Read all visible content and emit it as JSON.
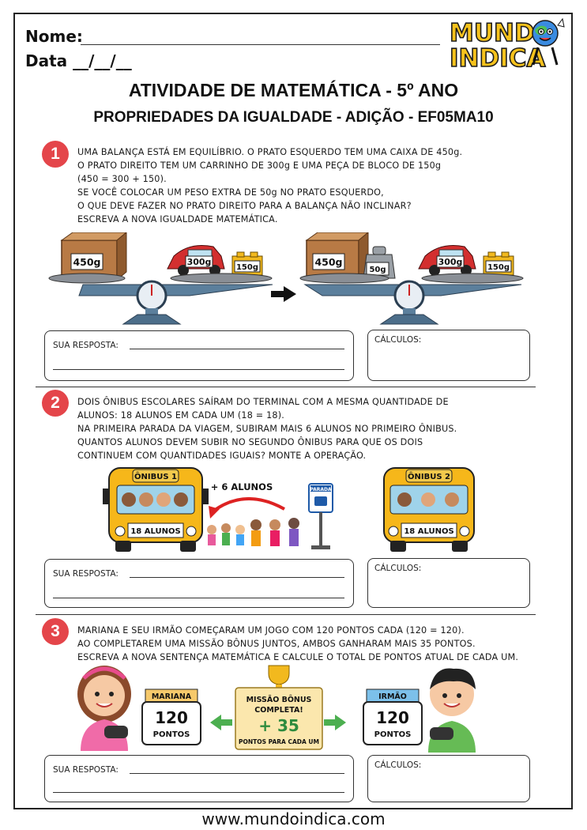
{
  "header": {
    "name_label": "Nome:",
    "date_label": "Data",
    "date_blank": "__/__/__",
    "logo_line1": "MUNDO",
    "logo_line2": "INDICA"
  },
  "title": "ATIVIDADE DE MATEMÁTICA - 5º ANO",
  "subtitle": "PROPRIEDADES DA IGUALDADE - ADIÇÃO - EF05MA10",
  "questions": [
    {
      "number": "1",
      "lines": [
        "UMA BALANÇA ESTÁ EM EQUILÍBRIO. O PRATO ESQUERDO TEM UMA CAIXA DE 450g.",
        "O PRATO DIREITO TEM UM CARRINHO DE 300g E UMA PEÇA DE BLOCO DE 150g",
        "(450 = 300 + 150).",
        "SE VOCÊ COLOCAR UM PESO EXTRA DE 50g NO PRATO ESQUERDO,",
        "O QUE DEVE FAZER NO PRATO DIREITO PARA A BALANÇA NÃO INCLINAR?",
        "ESCREVA A NOVA IGUALDADE MATEMÁTICA."
      ],
      "labels": {
        "box": "450g",
        "car": "300g",
        "block": "150g",
        "weight": "50g"
      }
    },
    {
      "number": "2",
      "lines": [
        "DOIS ÔNIBUS ESCOLARES SAÍRAM DO TERMINAL COM A MESMA QUANTIDADE DE",
        "ALUNOS: 18 ALUNOS EM CADA UM (18 = 18).",
        "NA PRIMEIRA PARADA DA VIAGEM, SUBIRAM MAIS 6 ALUNOS NO PRIMEIRO ÔNIBUS.",
        "QUANTOS ALUNOS DEVEM SUBIR NO SEGUNDO ÔNIBUS PARA QUE OS DOIS",
        "CONTINUEM COM QUANTIDADES IGUAIS? MONTE A OPERAÇÃO."
      ],
      "labels": {
        "bus1": "ÔNIBUS 1",
        "bus2": "ÔNIBUS 2",
        "count1": "18 ALUNOS",
        "count2": "18 ALUNOS",
        "plus": "+ 6 ALUNOS",
        "stop": "PARADA"
      }
    },
    {
      "number": "3",
      "lines": [
        "MARIANA E SEU IRMÃO COMEÇARAM UM JOGO COM 120 PONTOS CADA (120 = 120).",
        "AO COMPLETAREM UMA MISSÃO BÔNUS JUNTOS, AMBOS GANHARAM MAIS 35 PONTOS.",
        "ESCREVA A NOVA SENTENÇA MATEMÁTICA E CALCULE O TOTAL DE PONTOS ATUAL DE CADA UM."
      ],
      "labels": {
        "mariana": "MARIANA",
        "irmao": "IRMÃO",
        "score_left": "120",
        "score_right": "120",
        "points": "PONTOS",
        "mission_line1": "MISSÃO BÔNUS",
        "mission_line2": "COMPLETA!",
        "mission_value": "+ 35",
        "mission_sub": "PONTOS PARA CADA UM"
      }
    }
  ],
  "answer": {
    "label": "SUA RESPOSTA:",
    "calc_label": "CÁLCULOS:"
  },
  "footer": "www.mundoindica.com"
}
